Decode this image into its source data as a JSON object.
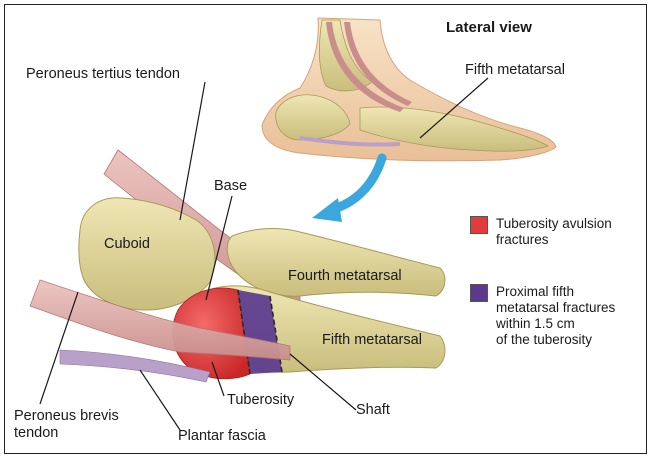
{
  "title": "Lateral view",
  "labels": {
    "peroneus_tertius": "Peroneus tertius tendon",
    "fifth_metatarsal_top": "Fifth metatarsal",
    "base": "Base",
    "cuboid": "Cuboid",
    "fourth_metatarsal": "Fourth metatarsal",
    "fifth_metatarsal": "Fifth metatarsal",
    "peroneus_brevis": "Peroneus brevis\ntendon",
    "tuberosity": "Tuberosity",
    "shaft": "Shaft",
    "plantar_fascia": "Plantar fascia"
  },
  "legend": [
    {
      "text": "Tuberosity avulsion\nfractures",
      "color": "#e23b3b"
    },
    {
      "text": "Proximal fifth\nmetatarsal fractures\nwithin 1.5 cm\nof the tuberosity",
      "color": "#5a3a8e"
    }
  ],
  "colors": {
    "bone": "#e6dca0",
    "bone_shade": "#b8ad6a",
    "tendon": "#d9a8a6",
    "skin": "#f3d6b4",
    "arrow": "#3aa7de"
  }
}
